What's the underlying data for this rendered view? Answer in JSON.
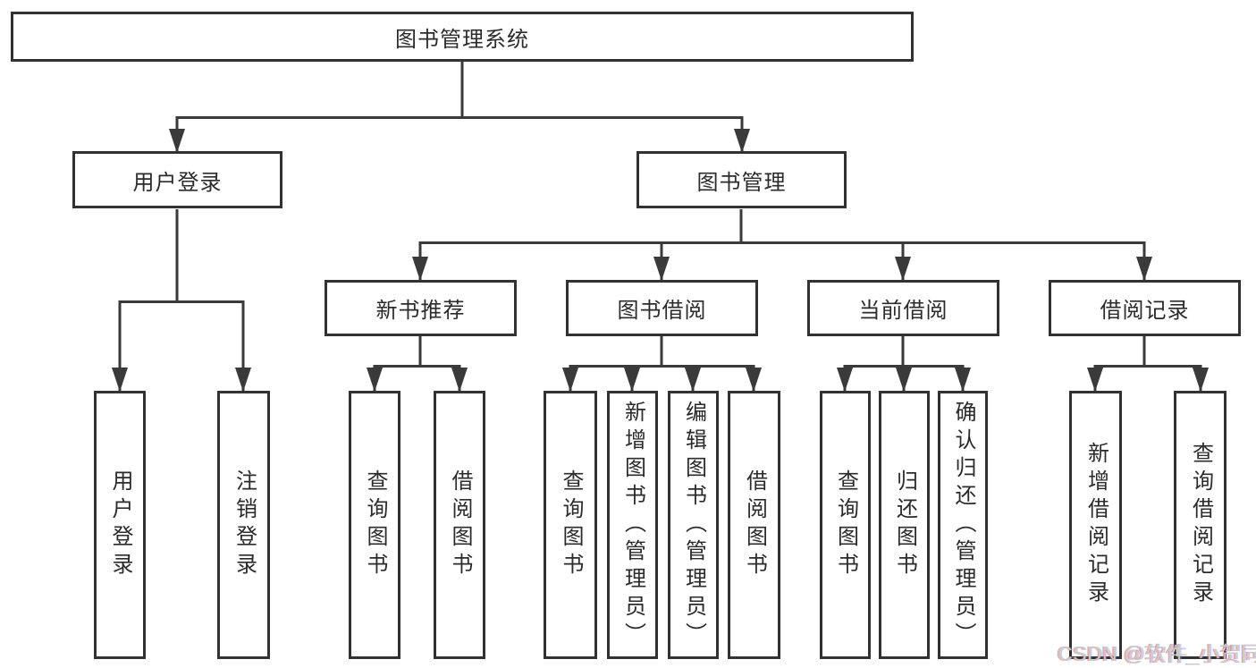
{
  "diagram": {
    "title": "图书管理系统",
    "level2": {
      "user_login": "用户登录",
      "book_mgmt": "图书管理"
    },
    "level3": {
      "new_books": "新书推荐",
      "book_borrow": "图书借阅",
      "current_borrow": "当前借阅",
      "borrow_records": "借阅记录"
    },
    "leaves": {
      "user_login": [
        "用户登录",
        "注销登录"
      ],
      "new_books": [
        "查询图书",
        "借阅图书"
      ],
      "book_borrow": [
        "查询图书",
        "新增图书（管理员）",
        "编辑图书（管理员）",
        "借阅图书"
      ],
      "current_borrow": [
        "查询图书",
        "归还图书",
        "确认归还（管理员）"
      ],
      "borrow_records": [
        "新增借阅记录",
        "查询借阅记录"
      ]
    }
  },
  "watermark": "CSDN @软件_小贺同学",
  "colors": {
    "line": "#3a3a3a",
    "border": "#323232",
    "text": "#2b2b2b",
    "background": "#ffffff",
    "watermark": "#cbcbcb"
  }
}
